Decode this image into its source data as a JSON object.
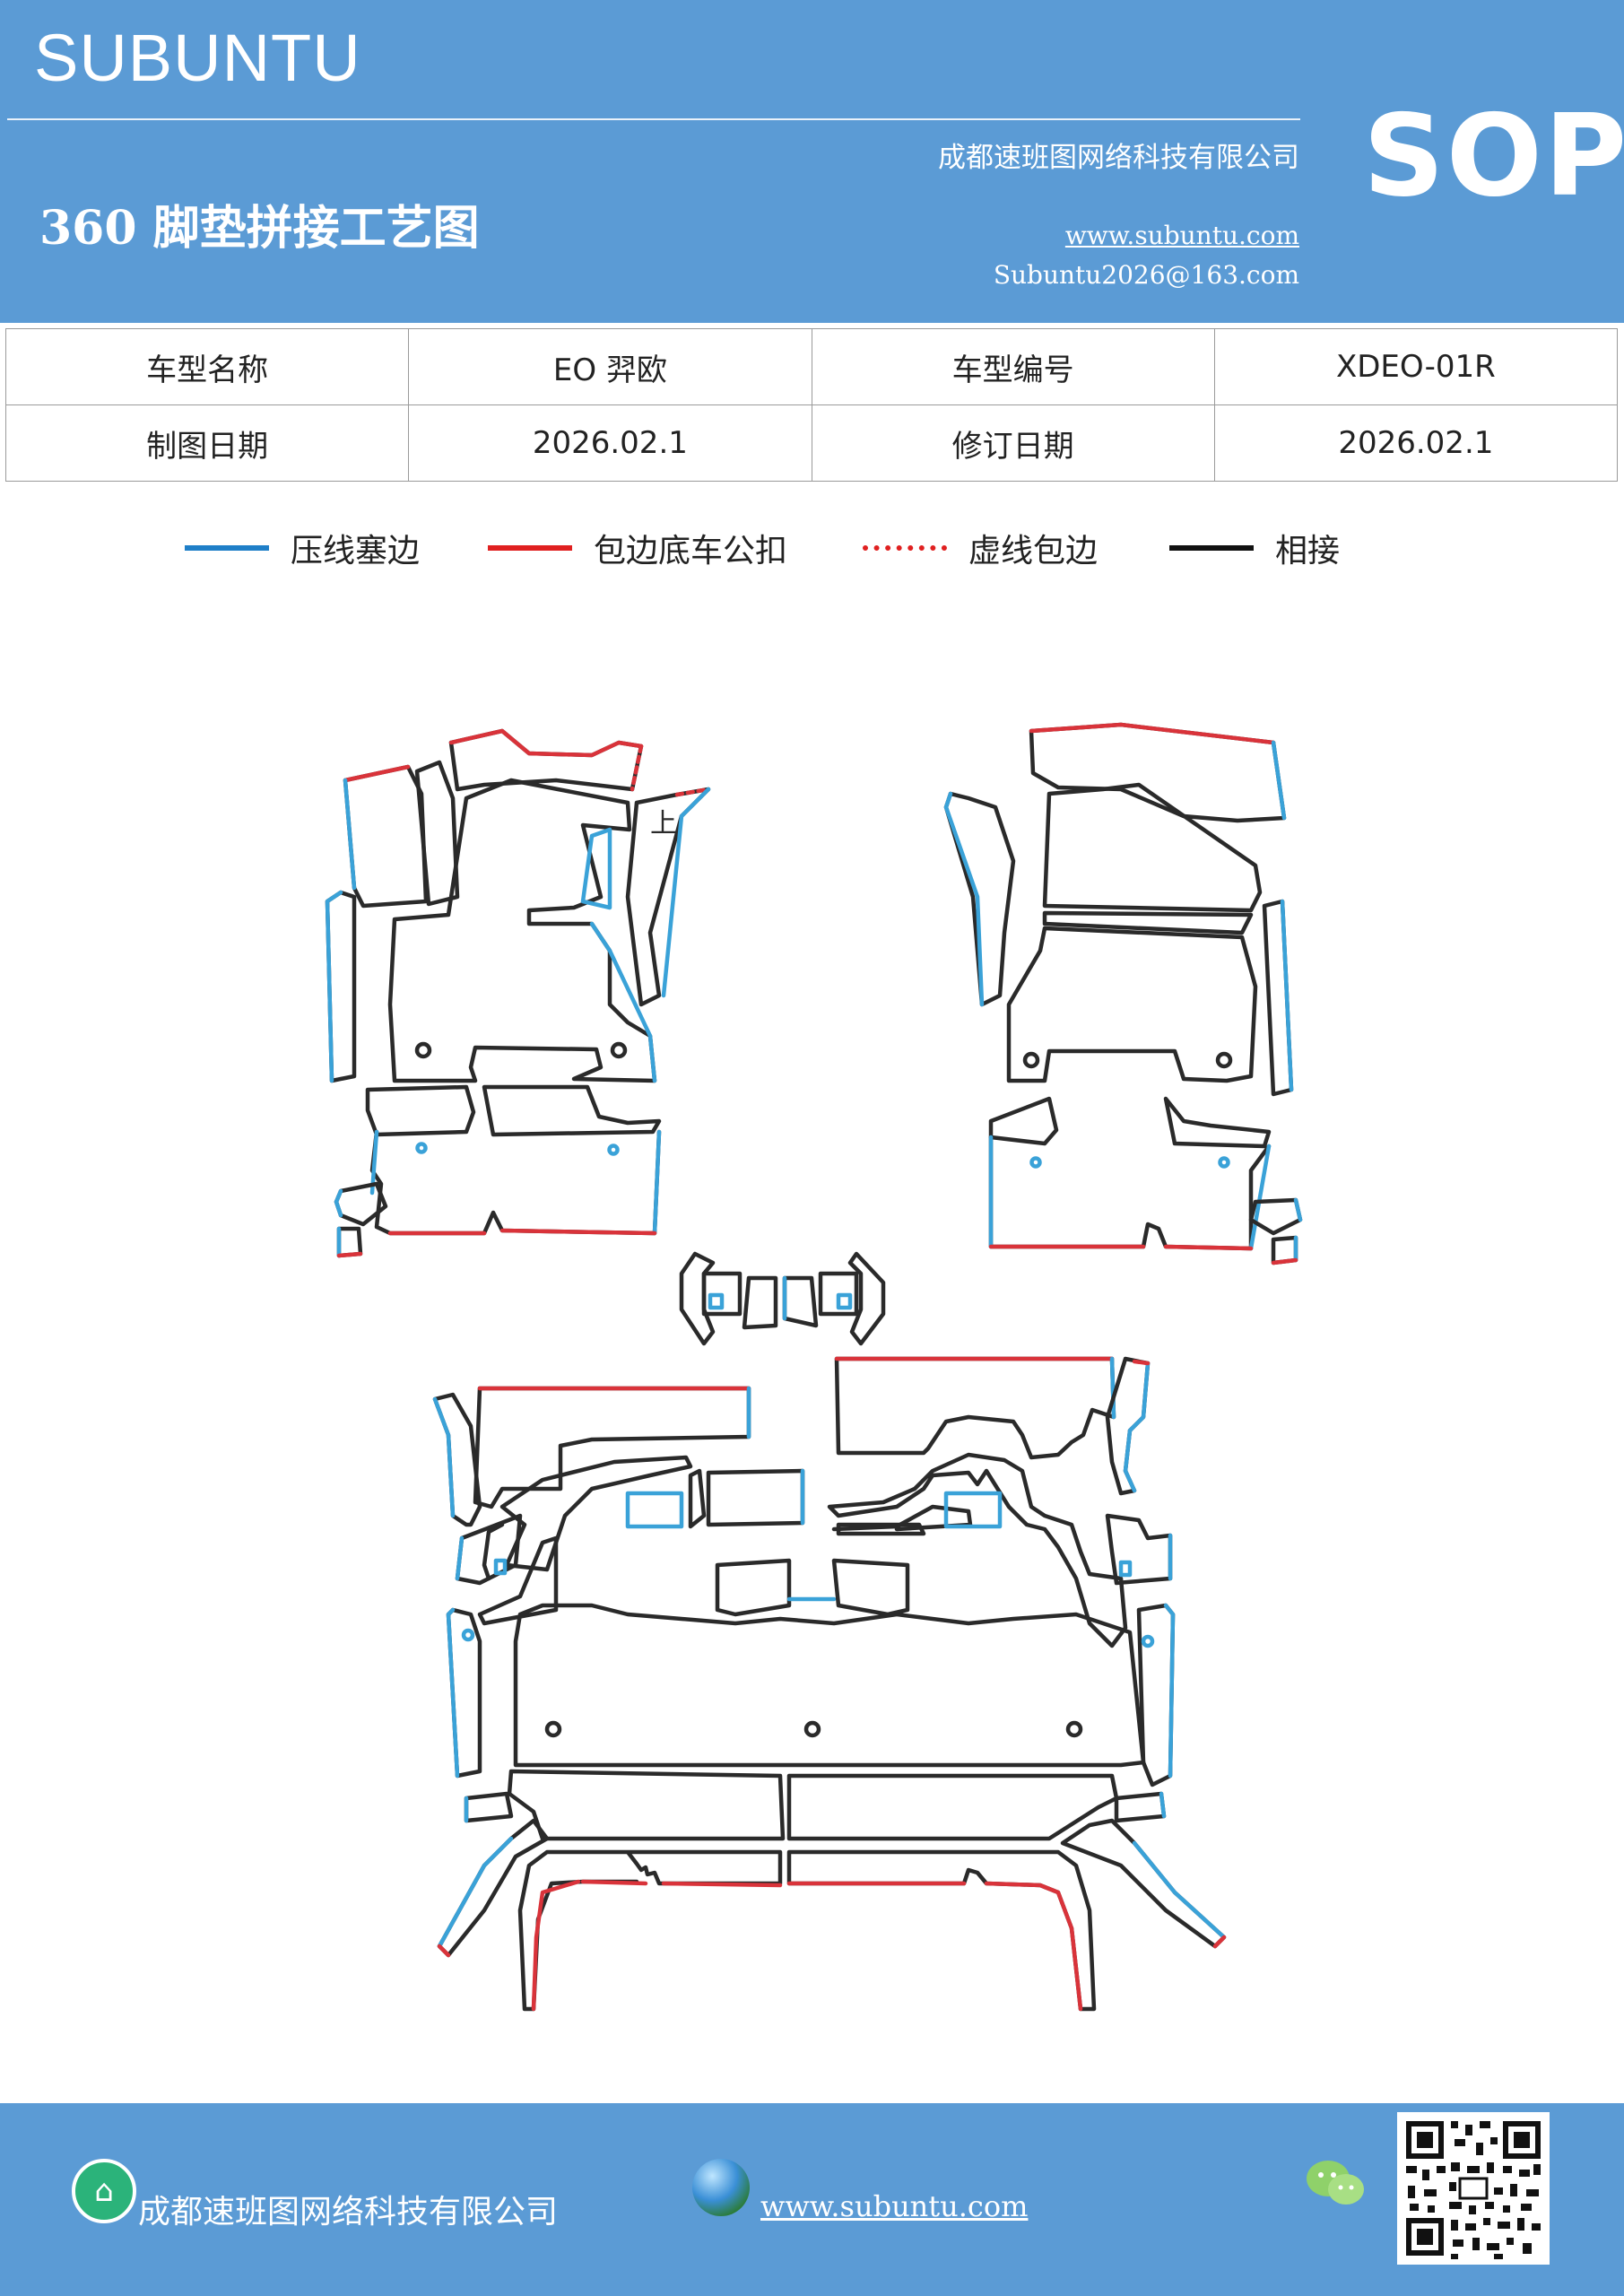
{
  "header": {
    "brand": "SUBUNTU",
    "company": "成都速班图网络科技有限公司",
    "title": "360 脚垫拼接工艺图",
    "website": "www.subuntu.com",
    "email": "Subuntu2026@163.com",
    "badge": "SOP"
  },
  "info_table": {
    "rows": [
      {
        "label1": "车型名称",
        "value1": "EO  羿欧",
        "label2": "车型编号",
        "value2": "XDEO-01R"
      },
      {
        "label1": "制图日期",
        "value1": "2026.02.1",
        "label2": "修订日期",
        "value2": "2026.02.1"
      }
    ]
  },
  "legend": [
    {
      "label": "压线塞边",
      "color": "#1f7fc8",
      "style": "solid"
    },
    {
      "label": "包边底车公扣",
      "color": "#e02020",
      "style": "solid"
    },
    {
      "label": "虚线包边",
      "color": "#e02020",
      "style": "dashed"
    },
    {
      "label": "相接",
      "color": "#111111",
      "style": "solid"
    }
  ],
  "drawing": {
    "marker": "上",
    "colors": {
      "blue": "#3aa2d8",
      "red": "#d9333a",
      "black": "#2a2a2a"
    }
  },
  "footer": {
    "company": "成都速班图网络科技有限公司",
    "website": "www.subuntu.com",
    "icons": [
      "home-icon",
      "globe-icon",
      "wechat-icon",
      "qr-code"
    ]
  }
}
